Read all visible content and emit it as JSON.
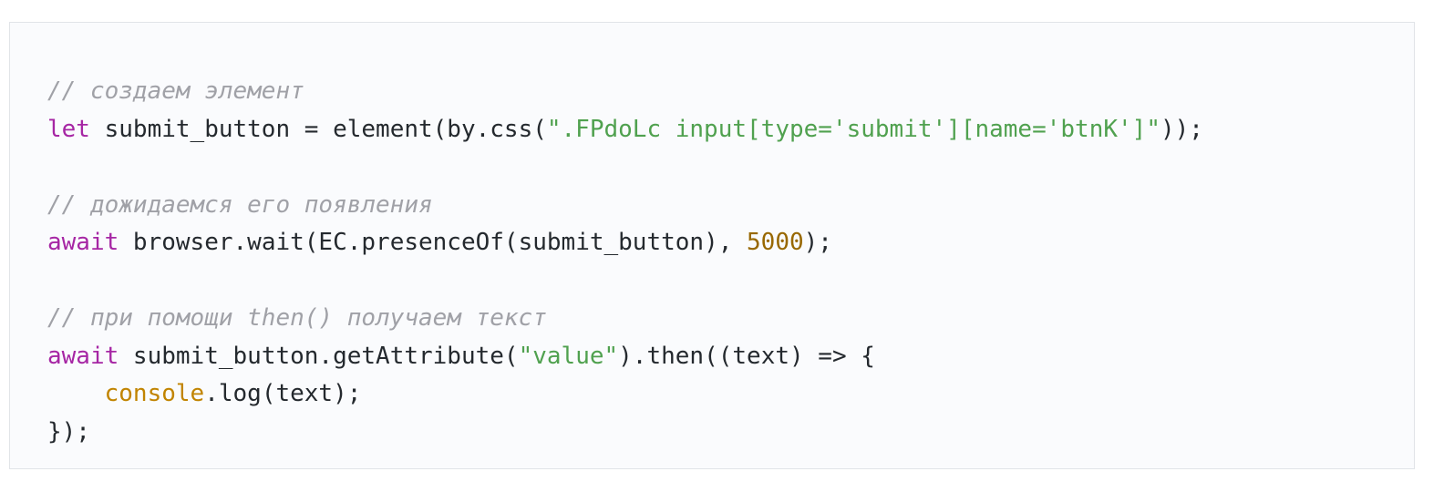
{
  "code": {
    "comment_create": "// создаем элемент",
    "l2_kw": "let",
    "l2_a": " submit_button = element(by.css(",
    "l2_str": "\".FPdoLc input[type='submit'][name='btnK']\"",
    "l2_b": "));",
    "comment_wait": "// дожидаемся его появления",
    "l5_kw": "await",
    "l5_a": " browser.wait(EC.presenceOf(submit_button), ",
    "l5_num": "5000",
    "l5_b": ");",
    "comment_then": "// при помощи then() получаем текст",
    "l8_kw": "await",
    "l8_a": " submit_button.getAttribute(",
    "l8_str": "\"value\"",
    "l8_b": ").then((text) => {",
    "l9_indent": "    ",
    "l9_obj": "console",
    "l9_a": ".log(text);",
    "l10": "});"
  },
  "colors": {
    "background": "#fafbfd",
    "border": "#e1e4e8",
    "text": "#24292e",
    "comment": "#a0a1a7",
    "keyword": "#a626a4",
    "string": "#50a14f",
    "number": "#986801",
    "object": "#c18401"
  }
}
